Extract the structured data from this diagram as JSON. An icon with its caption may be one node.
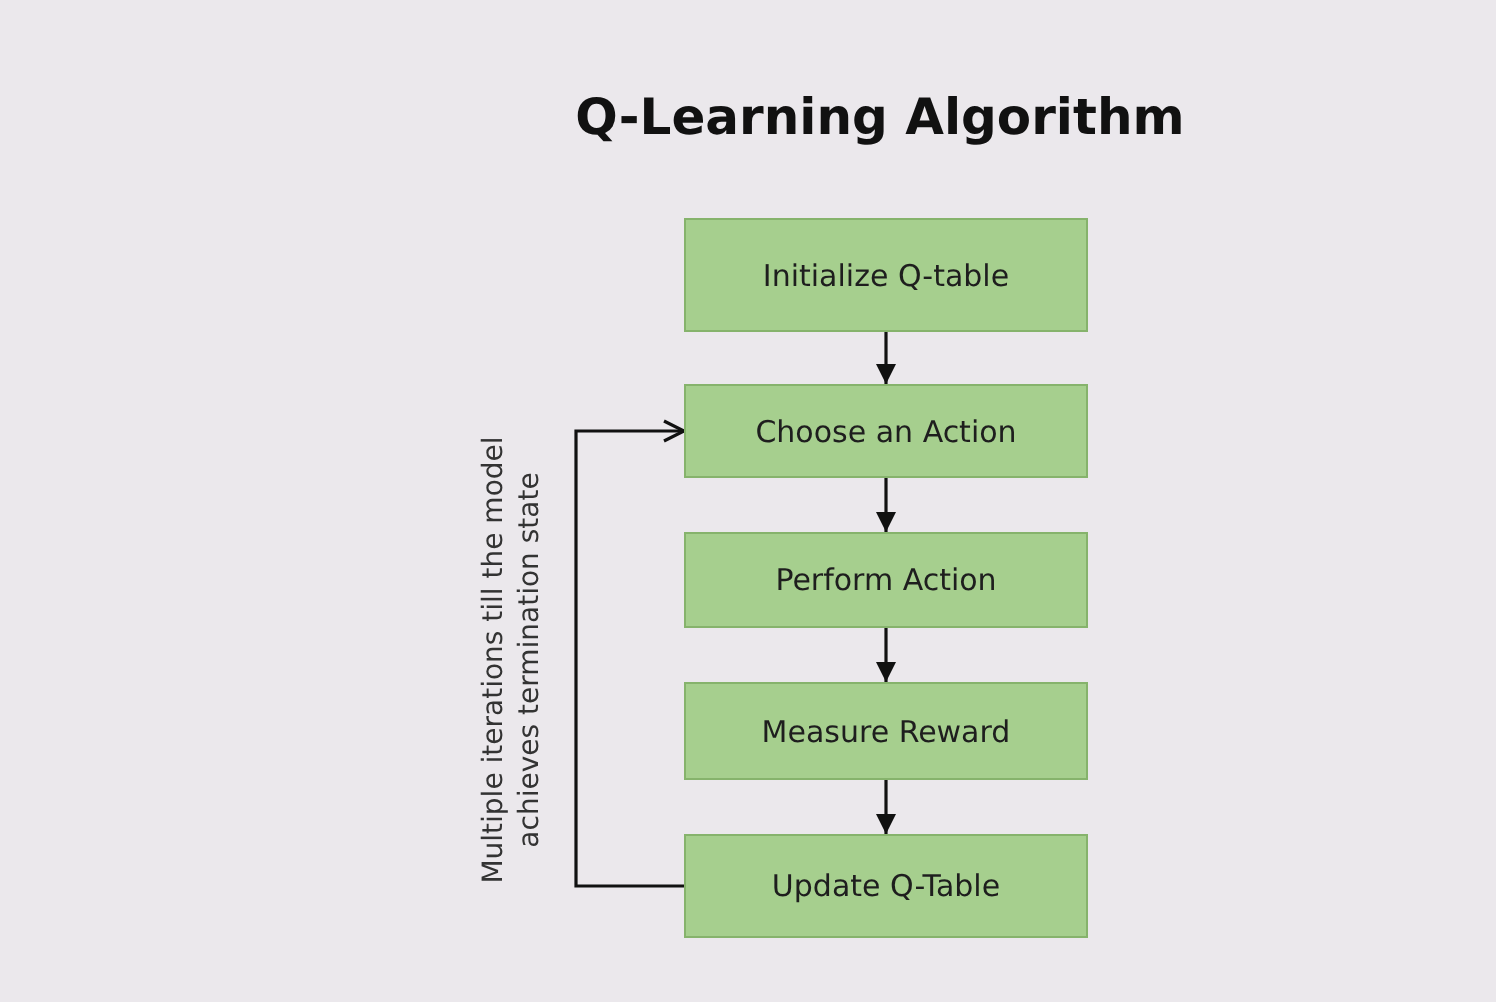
{
  "diagram": {
    "title": "Q-Learning Algorithm",
    "nodes": [
      {
        "text": [
          "Initialize Q-table"
        ]
      },
      {
        "text": [
          "Choose an Action"
        ]
      },
      {
        "text": [
          "Perform Action"
        ]
      },
      {
        "text": [
          "Measure Reward"
        ]
      },
      {
        "text": [
          "Update Q-Table"
        ]
      }
    ],
    "edges": [
      {
        "from": 0,
        "to": 1,
        "arrow": "to"
      },
      {
        "from": 1,
        "to": 2,
        "arrow": "to"
      },
      {
        "from": 2,
        "to": 3,
        "arrow": "to"
      },
      {
        "from": 3,
        "to": 4,
        "arrow": "to"
      },
      {
        "from": 4,
        "to": 1,
        "arrow": "to",
        "label": "Multiple iterations till the model achieves termination state"
      }
    ]
  }
}
